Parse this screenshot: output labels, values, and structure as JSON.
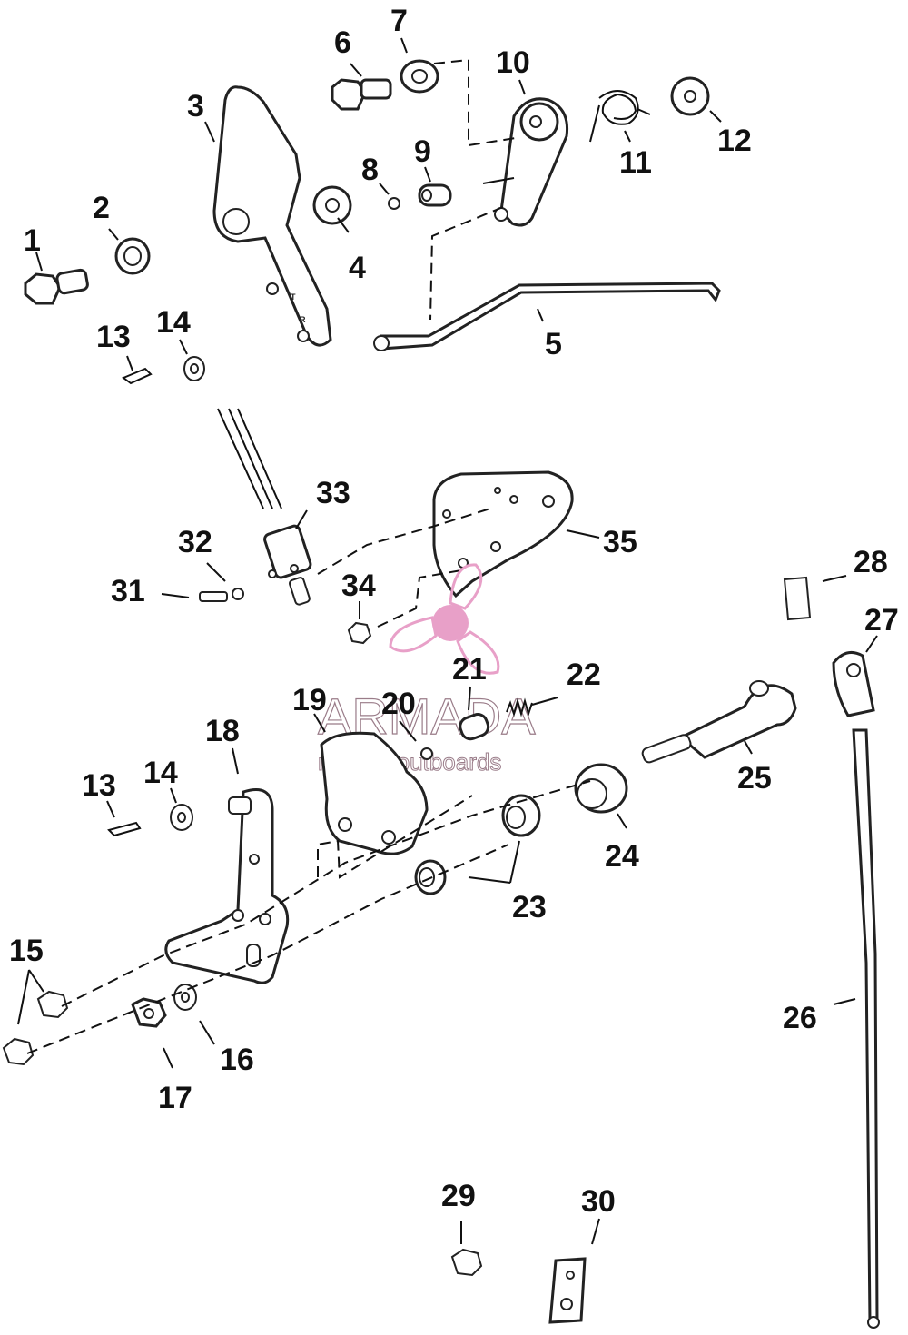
{
  "diagram": {
    "callouts": [
      "1",
      "2",
      "3",
      "4",
      "5",
      "6",
      "7",
      "8",
      "9",
      "10",
      "11",
      "12",
      "13",
      "14",
      "13",
      "14",
      "15",
      "16",
      "17",
      "18",
      "19",
      "20",
      "21",
      "22",
      "23",
      "24",
      "25",
      "26",
      "27",
      "28",
      "29",
      "30",
      "31",
      "32",
      "33",
      "34",
      "35"
    ],
    "lever_letters": [
      "T",
      "R"
    ]
  },
  "watermark": {
    "brand": "ARMADA",
    "tagline": "marine outboards",
    "logo_color": "#e8a0c8"
  }
}
